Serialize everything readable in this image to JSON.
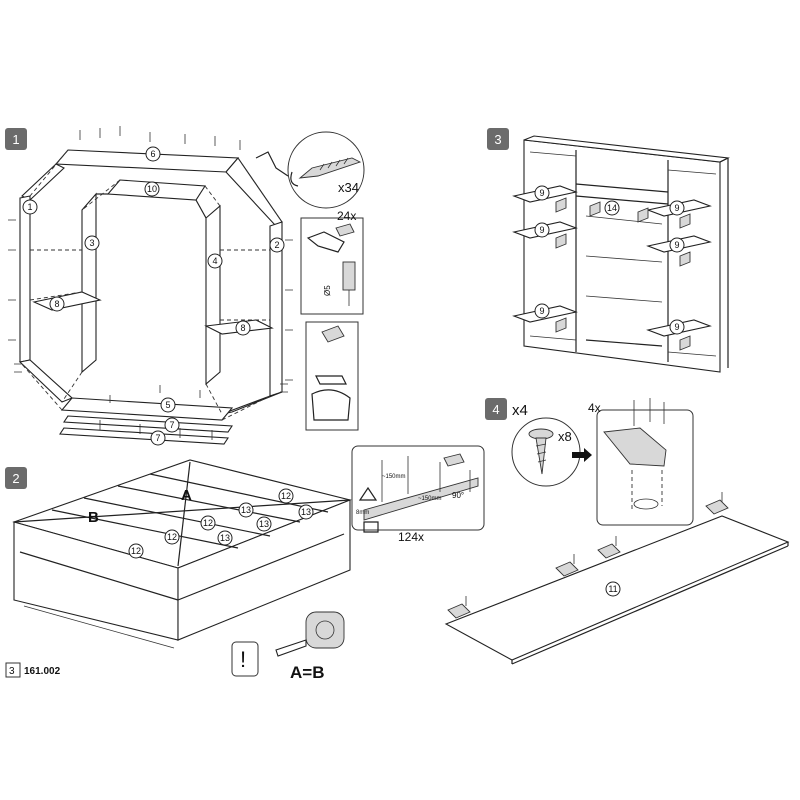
{
  "steps": [
    {
      "number": "1",
      "parts": [
        "6",
        "10",
        "1",
        "3",
        "4",
        "2",
        "8",
        "8",
        "5",
        "7",
        "7"
      ],
      "screw_count": "x34",
      "dowel_count": "24x",
      "dowel_size": "Ø5"
    },
    {
      "number": "2",
      "parts": [
        "12",
        "12",
        "12",
        "12",
        "13",
        "13",
        "13",
        "13"
      ],
      "labels": [
        "A",
        "B"
      ],
      "nail_count": "124x",
      "angle": "90°",
      "gap_1": "~150mm",
      "gap_2": "~150mm",
      "depth": "8mm",
      "formula": "A=B"
    },
    {
      "number": "3",
      "parts": [
        "9",
        "9",
        "9",
        "9",
        "9",
        "9",
        "14"
      ]
    },
    {
      "number": "4",
      "multiplier": "x4",
      "screw_count": "x8",
      "hinge_count": "4x",
      "parts": [
        "11"
      ]
    }
  ],
  "footer": {
    "page_number": "3",
    "model_code": "161.002"
  },
  "colors": {
    "step_badge": "#6b6b6b",
    "line": "#222222",
    "panel_grey": "#d8d8d8"
  }
}
